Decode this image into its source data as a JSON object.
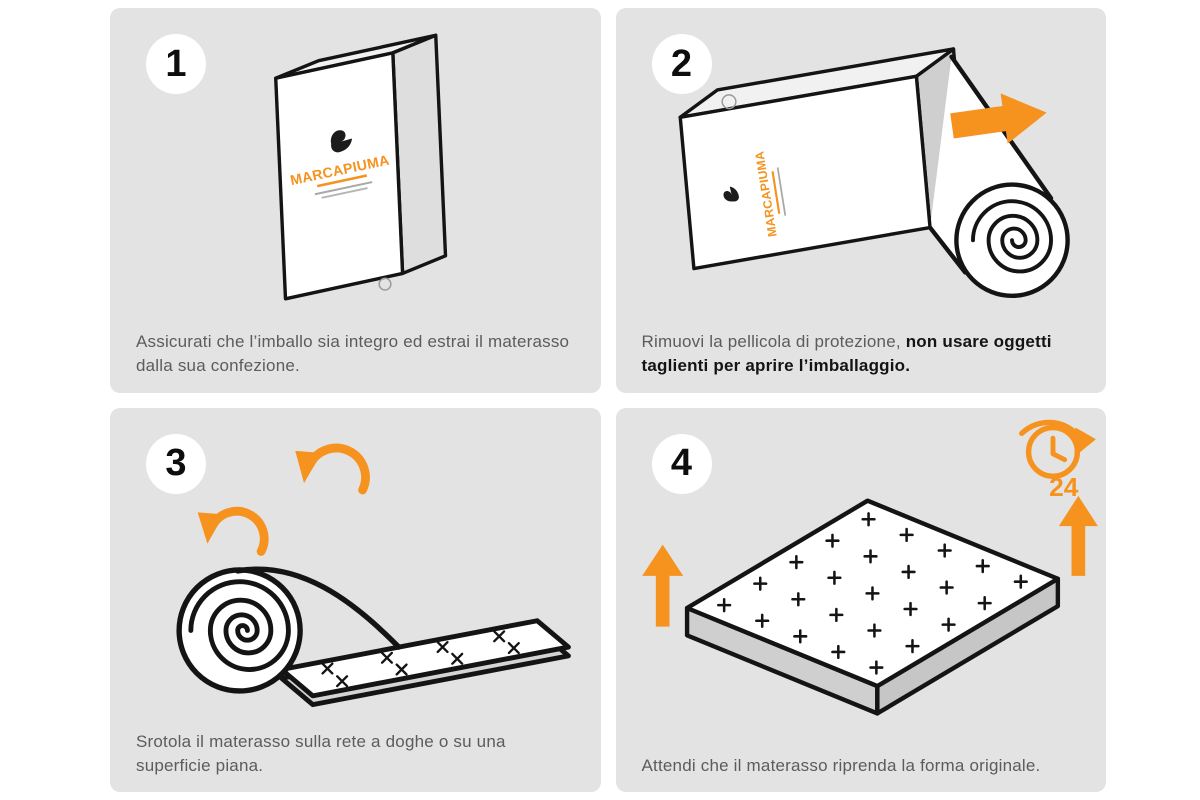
{
  "colors": {
    "accent_orange": "#F6921E",
    "panel_background": "#E3E3E3",
    "outline_ink": "#141414",
    "caption_text": "#5C5C5C"
  },
  "brand": {
    "name": "MARCAPIUMA"
  },
  "panels": [
    {
      "step": "1",
      "illustration": "sealed-upright-box",
      "caption": "Assicurati che l’imballo sia integro ed estrai il materasso dalla sua confezione."
    },
    {
      "step": "2",
      "illustration": "box-with-rolled-mattress-sliding-out",
      "caption_regular": "Rimuovi la pellicola di protezione, ",
      "caption_bold": "non usare oggetti taglienti per aprire l’imballaggio."
    },
    {
      "step": "3",
      "illustration": "mattress-unrolling-on-surface",
      "caption": "Srotola il materasso sulla rete a doghe o su una superficie piana."
    },
    {
      "step": "4",
      "illustration": "mattress-expanding-to-full-shape",
      "clock_hours": "24",
      "caption": "Attendi che il materasso riprenda la forma originale."
    }
  ]
}
